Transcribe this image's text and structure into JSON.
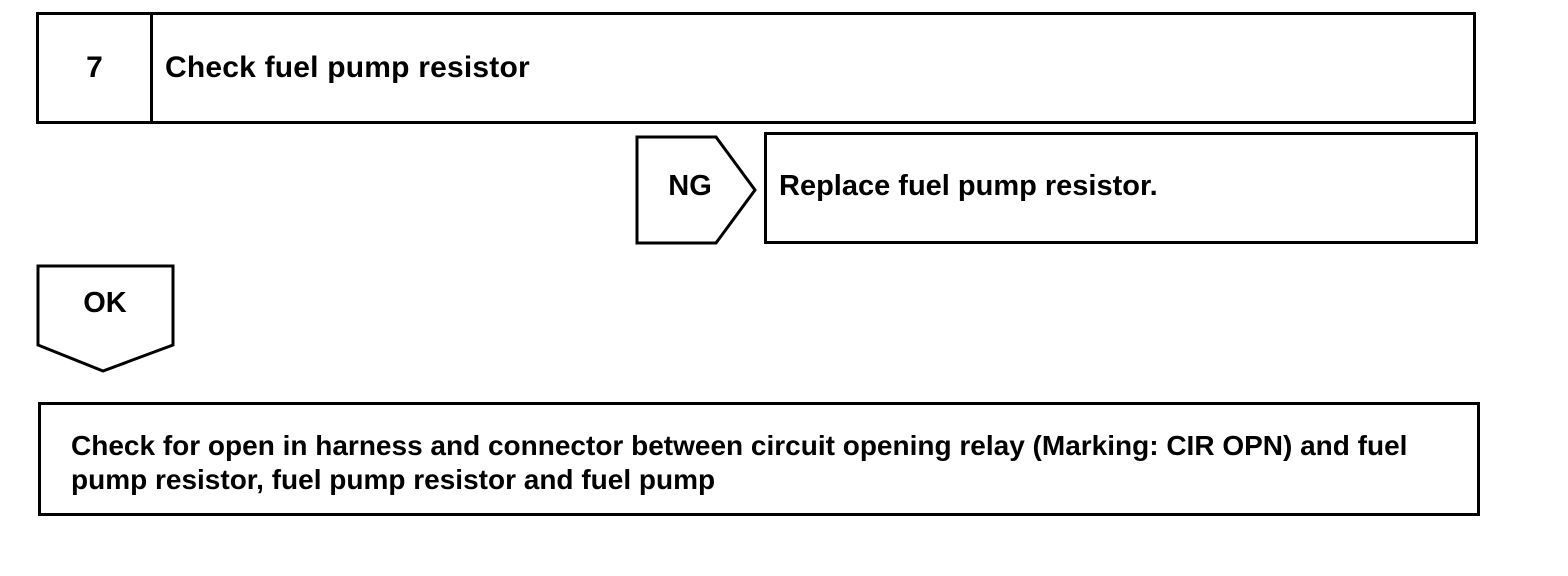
{
  "step": {
    "number": "7",
    "title": "Check fuel pump resistor"
  },
  "ng_branch": {
    "label": "NG",
    "action": "Replace fuel pump resistor."
  },
  "ok_branch": {
    "label": "OK",
    "action": "Check for open in harness and connector between circuit opening relay (Marking: CIR OPN) and fuel pump resistor, fuel pump resistor and fuel pump"
  }
}
